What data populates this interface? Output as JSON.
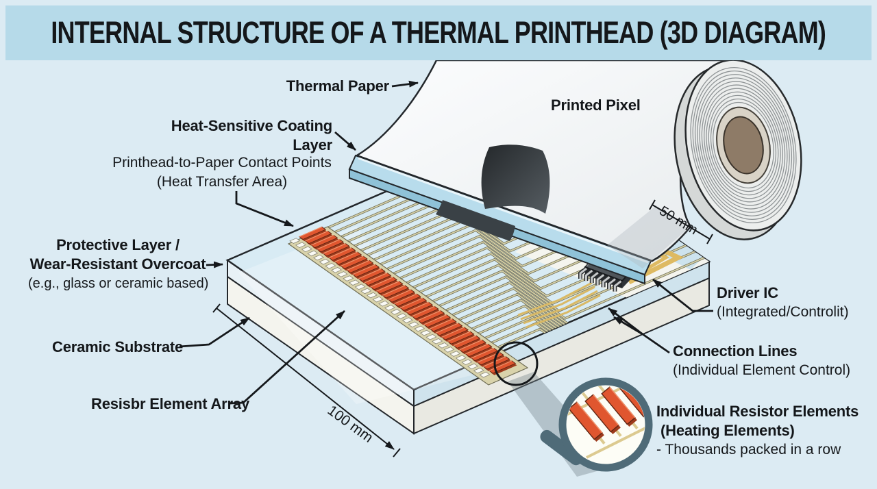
{
  "title": "INTERNAL STRUCTURE OF A THERMAL PRINTHEAD (3D DIAGRAM)",
  "labels": {
    "thermal_paper": "Thermal Paper",
    "heat_coating": "Heat-Sensitive Coating Layer",
    "contact_line1": "Printhead-to-Paper Contact Points",
    "contact_line2": "(Heat Transfer Area)",
    "protective_line1": "Protective Layer /",
    "protective_line2": "Wear-Resistant Overcoat",
    "protective_line3": "(e.g., glass or ceramic based)",
    "ceramic": "Ceramic Substrate",
    "resistor_array": "Resisbr Element Array",
    "printed_pixel": "Printed Pixel",
    "driver_line1": "Driver IC",
    "driver_line2": "(Integrated/Controlit)",
    "connection_line1": "Connection Lines",
    "connection_line2": "(Individual Element Control)",
    "individual_line1": "Individual Resistor Elements",
    "individual_line2": "(Heating Elements)",
    "individual_line3": "- Thousands packed in a row"
  },
  "dims": {
    "d50": "50 mm",
    "d100": "100 mm"
  },
  "diagram": {
    "resistor_count": 33,
    "trace_count": 30,
    "magnifier_resistor_count": 4,
    "roll_ring_count": 11,
    "ic_leg_count": 7
  },
  "colors": {
    "background": "#dcebf3",
    "banner": "#b6dae9",
    "ink": "#14171a",
    "resistor": "#e0562f",
    "resistor_shadow": "#9c3a1c",
    "resistor_edge": "#5e2412",
    "resistor_highlight": "#f2926a",
    "trace": "#d6d1a8",
    "trace_dark": "#6f6d55",
    "gold": "#deba62",
    "glass_top": "#d8ebf4",
    "strip": "#b8dcec",
    "strip_face": "#8fc2d8",
    "paper": "#f8fafb",
    "roll_core": "#8e7b67",
    "magnifier": "#4f6b78",
    "pad": "#fafaf5",
    "printed_mark": "#3a4146"
  }
}
